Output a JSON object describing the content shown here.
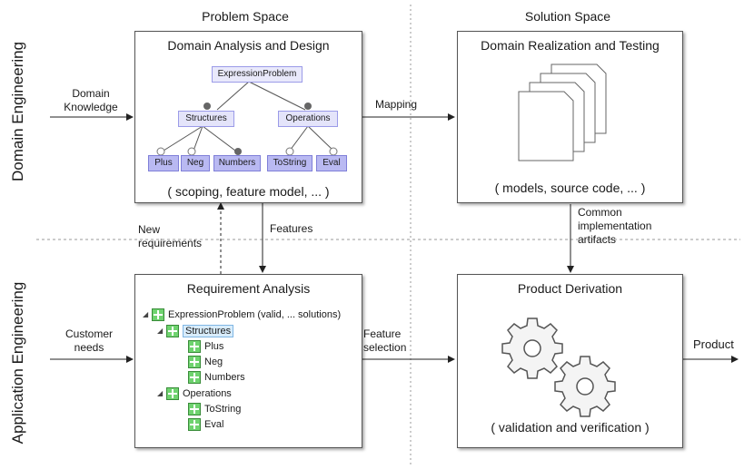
{
  "headers": {
    "problem_space": "Problem Space",
    "solution_space": "Solution Space"
  },
  "side_labels": {
    "domain": "Domain Engineering",
    "application": "Application Engineering"
  },
  "boxes": {
    "domain_analysis": {
      "title": "Domain Analysis and Design",
      "caption": "( scoping, feature model, ... )"
    },
    "domain_realization": {
      "title": "Domain Realization and Testing",
      "caption": "( models, source code, ... )"
    },
    "requirement_analysis": {
      "title": "Requirement Analysis"
    },
    "product_derivation": {
      "title": "Product Derivation",
      "caption": "( validation and verification )"
    }
  },
  "feature_model": {
    "root": "ExpressionProblem",
    "groups": [
      "Structures",
      "Operations"
    ],
    "leaves": [
      "Plus",
      "Neg",
      "Numbers",
      "ToString",
      "Eval"
    ]
  },
  "tree": {
    "root": "ExpressionProblem (valid, ... solutions)",
    "items": [
      {
        "label": "Structures"
      },
      {
        "label": "Plus"
      },
      {
        "label": "Neg"
      },
      {
        "label": "Numbers"
      },
      {
        "label": "Operations"
      },
      {
        "label": "ToString"
      },
      {
        "label": "Eval"
      }
    ]
  },
  "flows": {
    "domain_knowledge": "Domain Knowledge",
    "mapping": "Mapping",
    "new_requirements": "New requirements",
    "features": "Features",
    "common_artifacts": "Common implementation artifacts",
    "customer_needs": "Customer needs",
    "feature_selection": "Feature selection",
    "product": "Product"
  }
}
